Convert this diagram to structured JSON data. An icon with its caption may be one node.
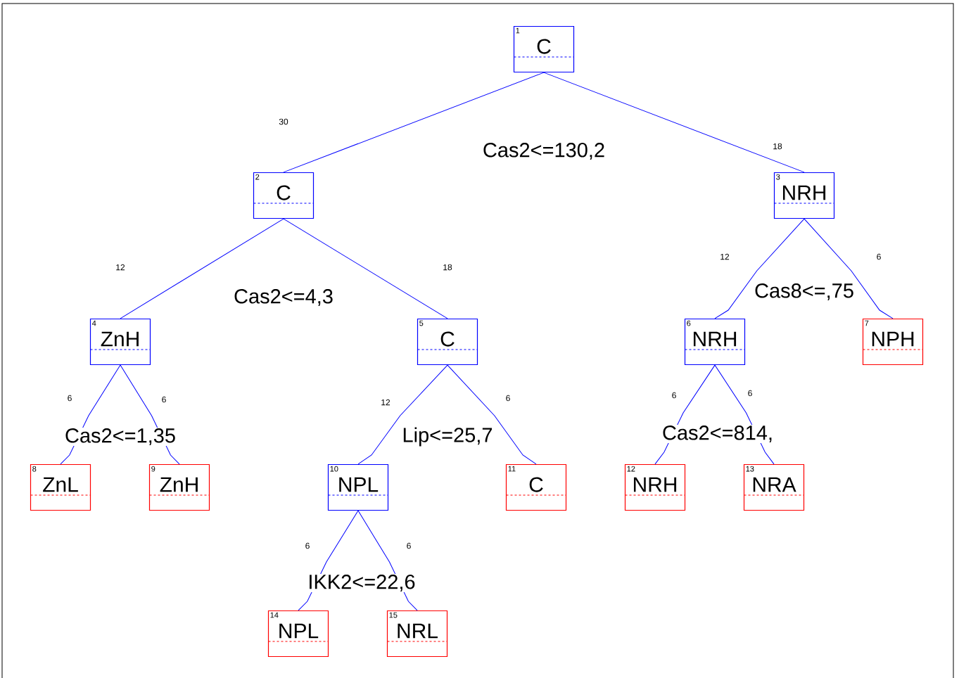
{
  "diagram": {
    "nodes": [
      {
        "text": [
          "1",
          "C"
        ]
      },
      {
        "text": [
          "2",
          "C"
        ]
      },
      {
        "text": [
          "3",
          "NRH"
        ]
      },
      {
        "text": [
          "4",
          "ZnH"
        ]
      },
      {
        "text": [
          "5",
          "C"
        ]
      },
      {
        "text": [
          "6",
          "NRH"
        ]
      },
      {
        "text": [
          "7",
          "NPH"
        ]
      },
      {
        "text": [
          "8",
          "ZnL"
        ]
      },
      {
        "text": [
          "9",
          "ZnH"
        ]
      },
      {
        "text": [
          "10",
          "NPL"
        ]
      },
      {
        "text": [
          "11",
          "C"
        ]
      },
      {
        "text": [
          "12",
          "NRH"
        ]
      },
      {
        "text": [
          "13",
          "NRA"
        ]
      },
      {
        "text": [
          "14",
          "NPL"
        ]
      },
      {
        "text": [
          "15",
          "NRL"
        ]
      }
    ],
    "edges": [
      {
        "from": 0,
        "to": 1,
        "arrow": "none",
        "label": "30"
      },
      {
        "from": 0,
        "to": 2,
        "arrow": "none",
        "label": "18"
      },
      {
        "from": 1,
        "to": 3,
        "arrow": "none",
        "label": "12"
      },
      {
        "from": 1,
        "to": 4,
        "arrow": "none",
        "label": "18"
      },
      {
        "from": 2,
        "to": 5,
        "arrow": "none",
        "label": "12"
      },
      {
        "from": 2,
        "to": 6,
        "arrow": "none",
        "label": "6"
      },
      {
        "from": 3,
        "to": 7,
        "arrow": "none",
        "label": "6"
      },
      {
        "from": 3,
        "to": 8,
        "arrow": "none",
        "label": "6"
      },
      {
        "from": 4,
        "to": 9,
        "arrow": "none",
        "label": "12"
      },
      {
        "from": 4,
        "to": 10,
        "arrow": "none",
        "label": "6"
      },
      {
        "from": 5,
        "to": 11,
        "arrow": "none",
        "label": "6"
      },
      {
        "from": 5,
        "to": 12,
        "arrow": "none",
        "label": "6"
      },
      {
        "from": 9,
        "to": 13,
        "arrow": "none",
        "label": "6"
      },
      {
        "from": 9,
        "to": 14,
        "arrow": "none",
        "label": "6"
      }
    ],
    "labels": [
      "Cas2<=130,2",
      "Cas2<=4,3",
      "Cas8<=,75",
      "Cas2<=1,35",
      "Lip<=25,7",
      "Cas2<=814,",
      "IKK2<=22,6"
    ]
  }
}
